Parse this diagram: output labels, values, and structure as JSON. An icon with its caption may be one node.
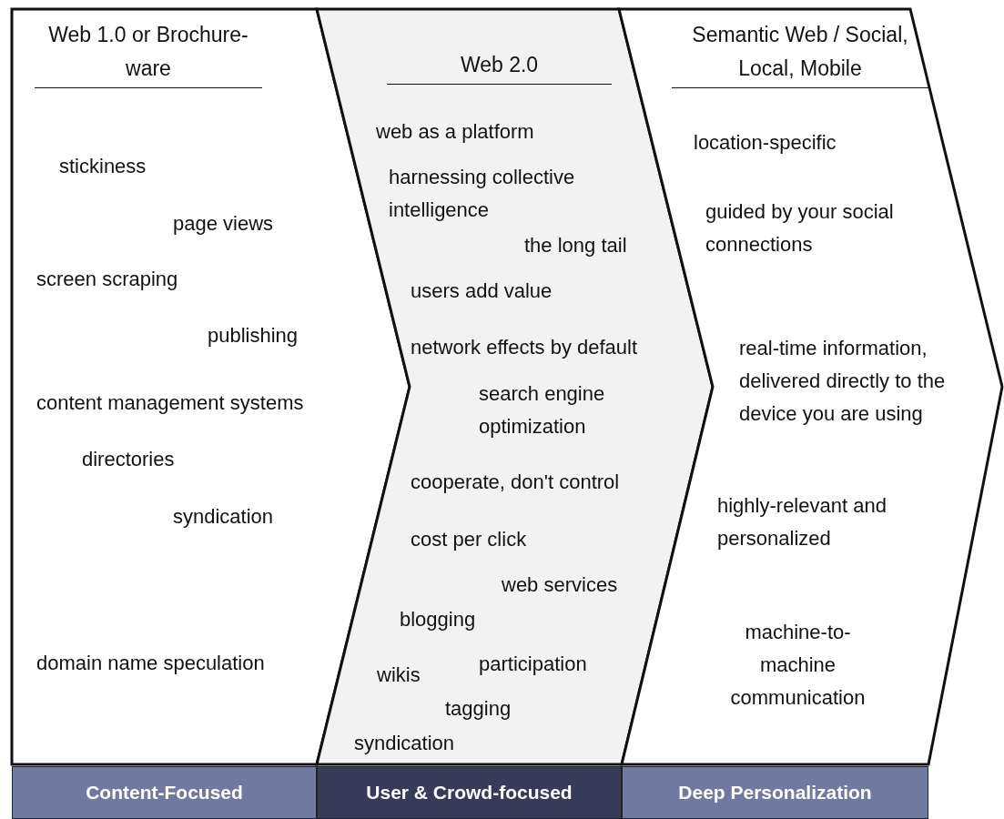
{
  "diagram": {
    "nodes": [
      {
        "text": [
          "Web 1.0 or Brochure-ware",
          "stickiness",
          "page views",
          "screen scraping",
          "publishing",
          "content management systems",
          "directories",
          "syndication",
          "domain name speculation"
        ]
      },
      {
        "text": [
          "Web 2.0",
          "web as a platform",
          "harnessing collective intelligence",
          "the long tail",
          "users add value",
          "network effects by default",
          "search engine optimization",
          "cooperate, don't control",
          "cost per click",
          "web services",
          "blogging",
          "participation",
          "wikis",
          "tagging",
          "syndication"
        ]
      },
      {
        "text": [
          "Semantic Web / Social, Local, Mobile",
          "location-specific",
          "guided by your social connections",
          "real-time information, delivered directly to the device you are using",
          "highly-relevant and personalized",
          "machine-to-machine communication"
        ]
      },
      {
        "text": [
          "Content-Focused"
        ]
      },
      {
        "text": [
          "User & Crowd-focused"
        ]
      },
      {
        "text": [
          "Deep Personalization"
        ]
      }
    ],
    "edges": []
  }
}
